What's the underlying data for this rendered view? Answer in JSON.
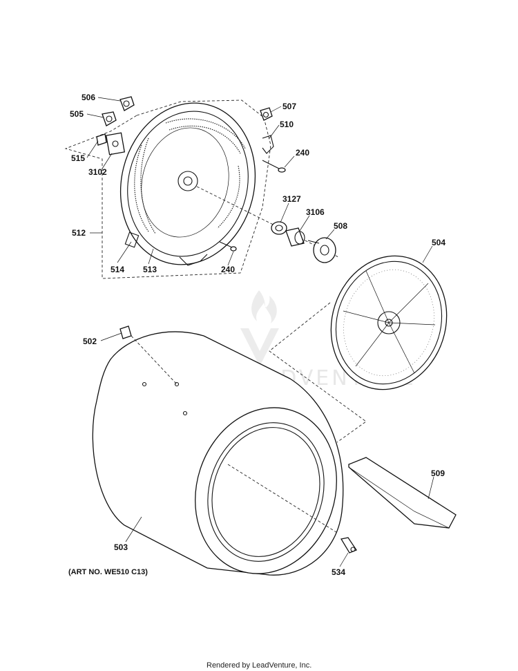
{
  "watermark": {
    "brand": "LEADVENTURE"
  },
  "callouts": {
    "c506": "506",
    "c505": "505",
    "c507": "507",
    "c510": "510",
    "c515": "515",
    "c3102": "3102",
    "c240a": "240",
    "c3127": "3127",
    "c3106": "3106",
    "c508": "508",
    "c512": "512",
    "c514": "514",
    "c513": "513",
    "c240b": "240",
    "c504": "504",
    "c502": "502",
    "c509": "509",
    "c503": "503",
    "c534": "534"
  },
  "art_number": "(ART NO. WE510 C13)",
  "footer": "Rendered by LeadVenture, Inc."
}
